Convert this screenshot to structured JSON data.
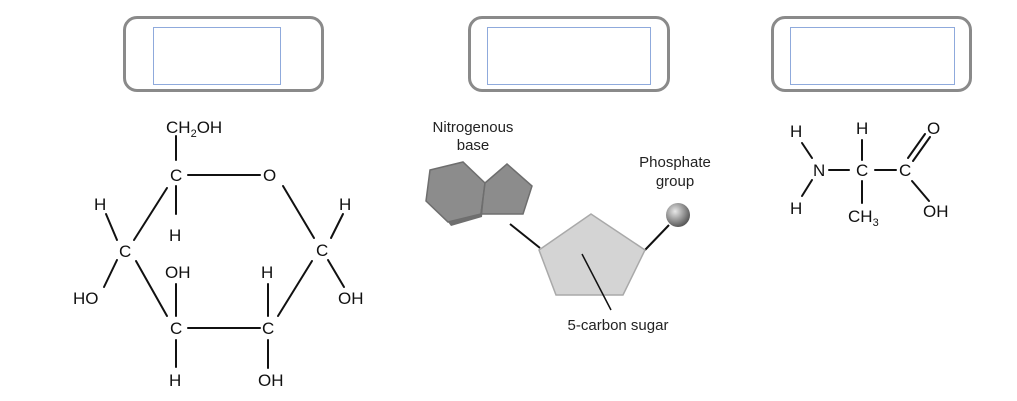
{
  "label_boxes": [
    {
      "value": "",
      "placeholder": ""
    },
    {
      "value": "",
      "placeholder": ""
    },
    {
      "value": "",
      "placeholder": ""
    }
  ],
  "glucose": {
    "ch2oh_ch": "CH",
    "ch2oh_sub": "2",
    "ch2oh_oh": "OH",
    "carbon": "C",
    "oxygen": "O",
    "hydrogen": "H",
    "hydroxyl": "OH",
    "hydroxyl_left": "HO"
  },
  "nucleotide": {
    "base_label_line1": "Nitrogenous",
    "base_label_line2": "base",
    "phosphate_label_line1": "Phosphate",
    "phosphate_label_line2": "group",
    "sugar_label": "5-carbon sugar",
    "colors": {
      "base": "#8c8c8c",
      "sugar": "#d4d4d4",
      "phosphate": "#9a9a9a"
    }
  },
  "alanine": {
    "hydrogen": "H",
    "nitrogen": "N",
    "carbon": "C",
    "oxygen": "O",
    "hydroxyl": "OH",
    "methyl": "CH",
    "methyl_sub": "3"
  }
}
